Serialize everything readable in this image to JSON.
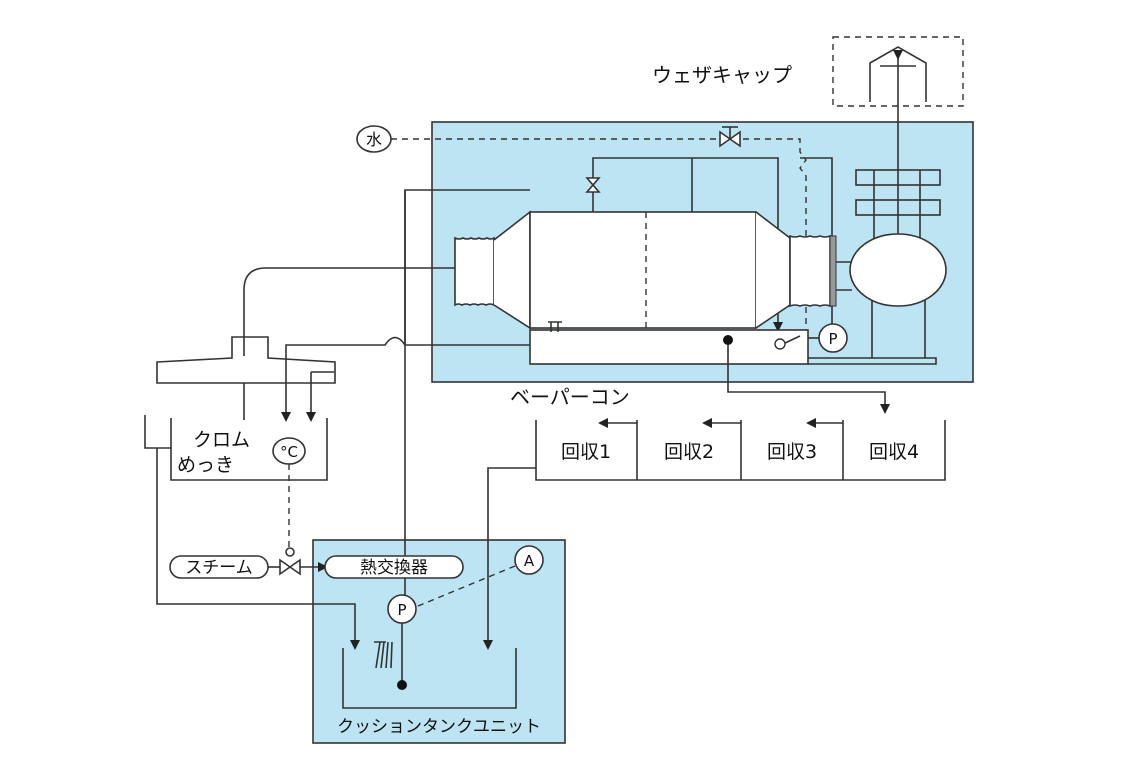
{
  "labels": {
    "weather_cap": "ウェザキャップ",
    "water": "水",
    "vapor_con": "ベーパーコン",
    "chrome_plating_1": "クロム",
    "chrome_plating_2": "めっき",
    "temp_controller": "°C",
    "steam": "スチーム",
    "heat_exchanger": "熱交換器",
    "pump_top": "P",
    "pump_bottom": "P",
    "analyzer": "A",
    "cushion_tank_unit": "クッションタンクユニット",
    "recovery": [
      "回収1",
      "回収2",
      "回収3",
      "回収4"
    ]
  },
  "colors": {
    "panel_fill": "#bde4f2",
    "line": "#333333"
  }
}
